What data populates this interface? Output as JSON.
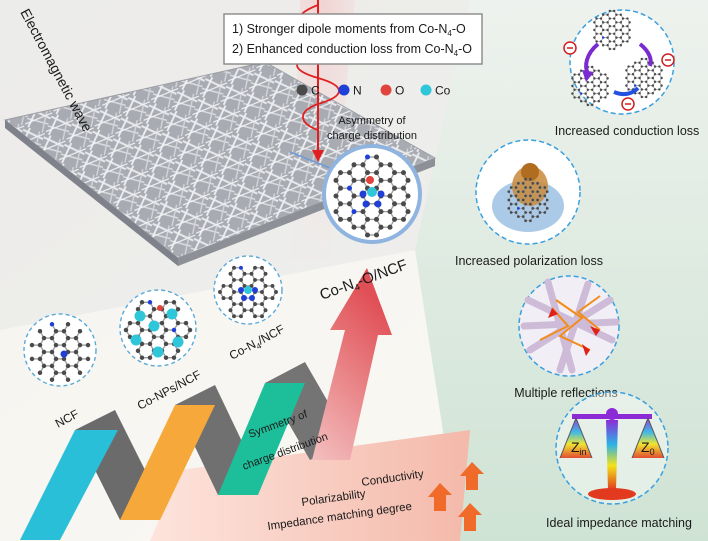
{
  "wave_label": "Electromagnetic wave",
  "mechanisms": {
    "line1_prefix": "1) Stronger dipole moments from Co-N",
    "line1_sub": "4",
    "line1_suffix": "-O",
    "line2_prefix": "2) Enhanced conduction loss from Co-N",
    "line2_sub": "4",
    "line2_suffix": "-O"
  },
  "legend": [
    {
      "symbol": "C",
      "color": "#4a4a4a"
    },
    {
      "symbol": "N",
      "color": "#1f3fd6"
    },
    {
      "symbol": "O",
      "color": "#e0443a"
    },
    {
      "symbol": "Co",
      "color": "#2ec6d8"
    }
  ],
  "asymmetry_label": [
    "Asymmetry of",
    "charge distribution"
  ],
  "symmetry_label": [
    "Symmetry of",
    "charge distribution"
  ],
  "stages": {
    "ncf": "NCF",
    "co_nps": "Co-NPs/NCF",
    "co_n4": {
      "prefix": "Co-N",
      "sub": "4",
      "suffix": "/NCF"
    },
    "co_n4_o": {
      "prefix": "Co-N",
      "sub": "4",
      "suffix": "-O/NCF"
    }
  },
  "properties": [
    "Conductivity",
    "Polarizability",
    "Impedance matching degree"
  ],
  "right_panel": {
    "conduction": "Increased conduction loss",
    "polarization": "Increased polarization loss",
    "reflections": "Multiple reflections",
    "impedance": "Ideal impedance matching",
    "scale_left": {
      "main": "Z",
      "sub": "in"
    },
    "scale_right": {
      "main": "Z",
      "sub": "0"
    }
  },
  "colors": {
    "right_bg": "#dfe9e1",
    "bottom_band": "#f6c9bd",
    "arrow_red": "#e86a6a",
    "ribbon_cyan": "#29bfd8",
    "ribbon_orange": "#f6a83a",
    "ribbon_teal": "#1dbf9a",
    "ribbon_gray": "#6b6b6b",
    "wave_red": "#e02020"
  },
  "icons": [
    "electron-icon",
    "up-arrow-icon",
    "balance-scale-icon",
    "graphene-lattice-icon",
    "fiber-membrane-icon"
  ]
}
